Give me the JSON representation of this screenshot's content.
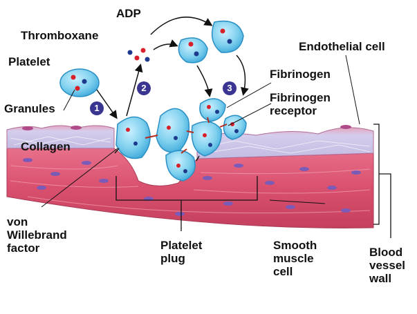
{
  "labels": {
    "adp": "ADP",
    "thromboxane": "Thromboxane",
    "platelet": "Platelet",
    "granules": "Granules",
    "collagen": "Collagen",
    "von_willebrand": [
      "von",
      "Willebrand",
      "factor"
    ],
    "platelet_plug": [
      "Platelet",
      "plug"
    ],
    "smooth_muscle": [
      "Smooth",
      "muscle",
      "cell"
    ],
    "blood_vessel_wall": [
      "Blood",
      "vessel",
      "wall"
    ],
    "endothelial_cell": "Endothelial cell",
    "fibrinogen": "Fibrinogen",
    "fibrinogen_receptor": [
      "Fibrinogen",
      "receptor"
    ]
  },
  "steps": [
    "1",
    "2",
    "3"
  ],
  "colors": {
    "badge": "#3a3590",
    "platelet_fill": "#7fd0ee",
    "platelet_edge": "#2a8fc4",
    "granule_red": "#d8202a",
    "granule_blue": "#1e3a8c",
    "endothelium": "#c8c3e6",
    "muscle": "#d9506e",
    "nuclei": "#7a5bb8",
    "label_text": "#111111"
  }
}
